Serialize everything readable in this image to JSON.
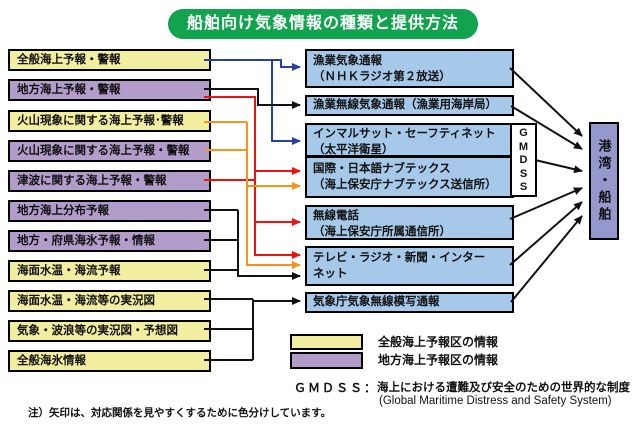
{
  "title": "船舶向け気象情報の種類と提供方法",
  "colors": {
    "title_bg": "#12a34e",
    "general_region_bg": "#f2eea0",
    "local_region_bg": "#b29cca",
    "channel_bg": "#a6c9e9",
    "destination_bg": "#9598cd",
    "arrow_blue": "#2441a5",
    "arrow_black": "#111111",
    "arrow_red": "#ec1310",
    "arrow_orange": "#f6941d"
  },
  "sources": [
    {
      "label": "全般海上予報・警報",
      "region": "general"
    },
    {
      "label": "地方海上予報・警報",
      "region": "local"
    },
    {
      "label": "火山現象に関する海上予報･警報",
      "region": "general"
    },
    {
      "label": "火山現象に関する海上予報・警報",
      "region": "local"
    },
    {
      "label": "津波に関する海上予報・警報",
      "region": "local"
    },
    {
      "label": "地方海上分布予報",
      "region": "local"
    },
    {
      "label": "地方・府県海氷予報・情報",
      "region": "local"
    },
    {
      "label": "海面水温・海流予報",
      "region": "general"
    },
    {
      "label": "海面水温・海流等の実況図",
      "region": "general"
    },
    {
      "label": "気象・波浪等の実況図・予想図",
      "region": "general"
    },
    {
      "label": "全般海氷情報",
      "region": "general"
    }
  ],
  "channels": [
    {
      "lines": [
        "漁業気象通報",
        "（ＮＨＫラジオ第２放送）"
      ]
    },
    {
      "lines": [
        "漁業無線気象通報（漁業用海岸局）"
      ]
    },
    {
      "lines": [
        "インマルサット・セーフティネット",
        "（太平洋衛星）"
      ]
    },
    {
      "lines": [
        "国際・日本語ナブテックス",
        "（海上保安庁ナブテックス送信所）"
      ]
    },
    {
      "lines": [
        "無線電話",
        "（海上保安庁所属通信所）"
      ]
    },
    {
      "lines": [
        "テレビ・ラジオ・新聞・インター",
        "ネット"
      ]
    },
    {
      "lines": [
        "気象庁気象無線模写通報"
      ]
    }
  ],
  "gmdss": {
    "letters": [
      "G",
      "M",
      "D",
      "S",
      "S"
    ]
  },
  "destination": {
    "label": "港湾・船舶"
  },
  "legend": {
    "general_label": "全般海上予報区の情報",
    "local_label": "地方海上予報区の情報",
    "gmdss_term": "ＧＭＤＳＳ：",
    "gmdss_desc_ja": "海上における遭難及び安全のための世界的な制度",
    "gmdss_desc_en": "(Global Maritime Distress and Safety System)"
  },
  "note": "注）矢印は、対応関係を見やすくするために色分けしています。",
  "connections": [
    {
      "from": "sources.0",
      "to": [
        "channels.0",
        "channels.2"
      ],
      "color": "blue"
    },
    {
      "from": "sources.1",
      "to": [
        "channels.1"
      ],
      "color": "black"
    },
    {
      "from": "sources.1",
      "to": [
        "channels.3",
        "channels.4",
        "channels.5"
      ],
      "color": "red"
    },
    {
      "from": "sources.2",
      "to": [
        "channels.3",
        "channels.5"
      ],
      "color": "orange"
    },
    {
      "from": "sources.3",
      "to": [
        "channels.3",
        "channels.5"
      ],
      "color": "orange"
    },
    {
      "from": "sources.4",
      "to": [
        "channels.3",
        "channels.4",
        "channels.5"
      ],
      "color": "red"
    },
    {
      "from": "sources.5",
      "to": [
        "channels.5"
      ],
      "color": "black"
    },
    {
      "from": "sources.6",
      "to": [
        "channels.5"
      ],
      "color": "black"
    },
    {
      "from": "sources.7",
      "to": [
        "channels.5"
      ],
      "color": "black"
    },
    {
      "from": "sources.8",
      "to": [
        "channels.6"
      ],
      "color": "black"
    },
    {
      "from": "sources.9",
      "to": [
        "channels.6"
      ],
      "color": "black"
    },
    {
      "from": "sources.10",
      "to": [
        "channels.6"
      ],
      "color": "black"
    },
    {
      "from": "channels.0",
      "to": [
        "destination"
      ],
      "color": "black"
    },
    {
      "from": "channels.1",
      "to": [
        "destination"
      ],
      "color": "black"
    },
    {
      "from": "gmdss",
      "to": [
        "destination"
      ],
      "color": "black"
    },
    {
      "from": "channels.4",
      "to": [
        "destination"
      ],
      "color": "black"
    },
    {
      "from": "channels.5",
      "to": [
        "destination"
      ],
      "color": "black"
    },
    {
      "from": "channels.6",
      "to": [
        "destination"
      ],
      "color": "black"
    }
  ]
}
